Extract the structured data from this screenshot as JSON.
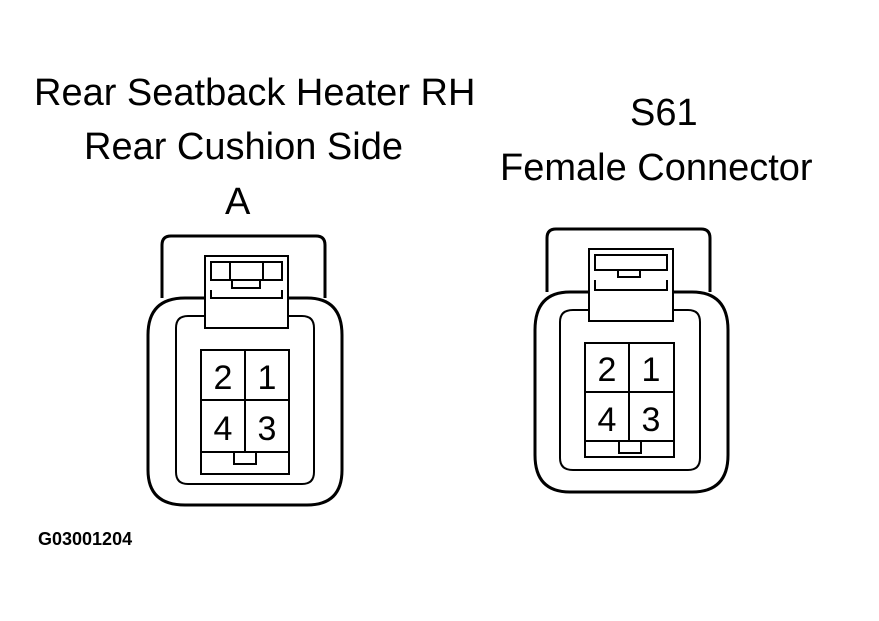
{
  "left_connector": {
    "title_line1": "Rear Seatback Heater RH",
    "title_line2": "Rear Cushion Side",
    "title_line3": "A",
    "pins": [
      "2",
      "1",
      "4",
      "3"
    ]
  },
  "right_connector": {
    "title_line1": "S61",
    "title_line2": "Female Connector",
    "pins": [
      "2",
      "1",
      "4",
      "3"
    ]
  },
  "figure_code": "G03001204",
  "colors": {
    "stroke": "#000000",
    "background": "#ffffff"
  }
}
